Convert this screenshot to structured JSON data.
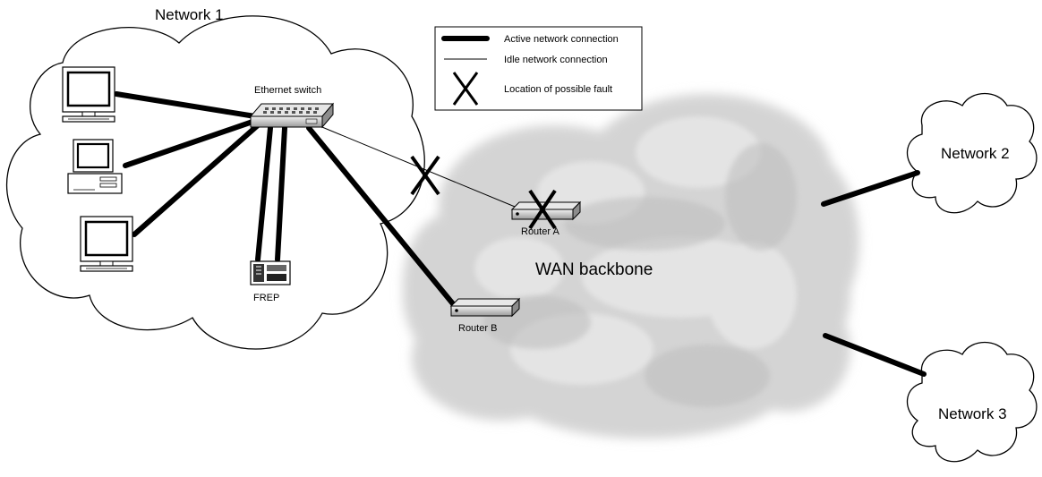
{
  "networks": {
    "network1": "Network 1",
    "network2": "Network 2",
    "network3": "Network 3",
    "wan": "WAN backbone"
  },
  "devices": {
    "switch": "Ethernet switch",
    "frep": "FREP",
    "router_a": "Router A",
    "router_b": "Router B"
  },
  "legend": {
    "active": "Active network connection",
    "idle": "Idle network connection",
    "fault": "Location of possible fault"
  },
  "colors": {
    "line": "#000000",
    "wan_cloud": "#d6d6d6",
    "background": "#ffffff"
  }
}
